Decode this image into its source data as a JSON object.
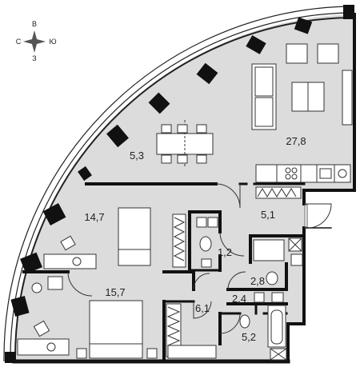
{
  "compass": {
    "north": "В",
    "west": "С",
    "east": "Ю",
    "south": "З"
  },
  "rooms": {
    "living_kitchen": {
      "area": "27,8"
    },
    "dining": {
      "area": "5,3"
    },
    "hallway": {
      "area": "5,1"
    },
    "bedroom_1": {
      "area": "14,7"
    },
    "bathroom_small": {
      "area": "1,2"
    },
    "bathroom_shower": {
      "area": "2,8"
    },
    "storage": {
      "area": "2,4"
    },
    "bedroom_2": {
      "area": "15,7"
    },
    "corridor": {
      "area": "6,1"
    },
    "bathroom_main": {
      "area": "5,2"
    }
  },
  "colors": {
    "floor": "#dcdcdc",
    "wall": "#111111",
    "furniture": "#ffffff",
    "window_pillar": "#111111"
  }
}
